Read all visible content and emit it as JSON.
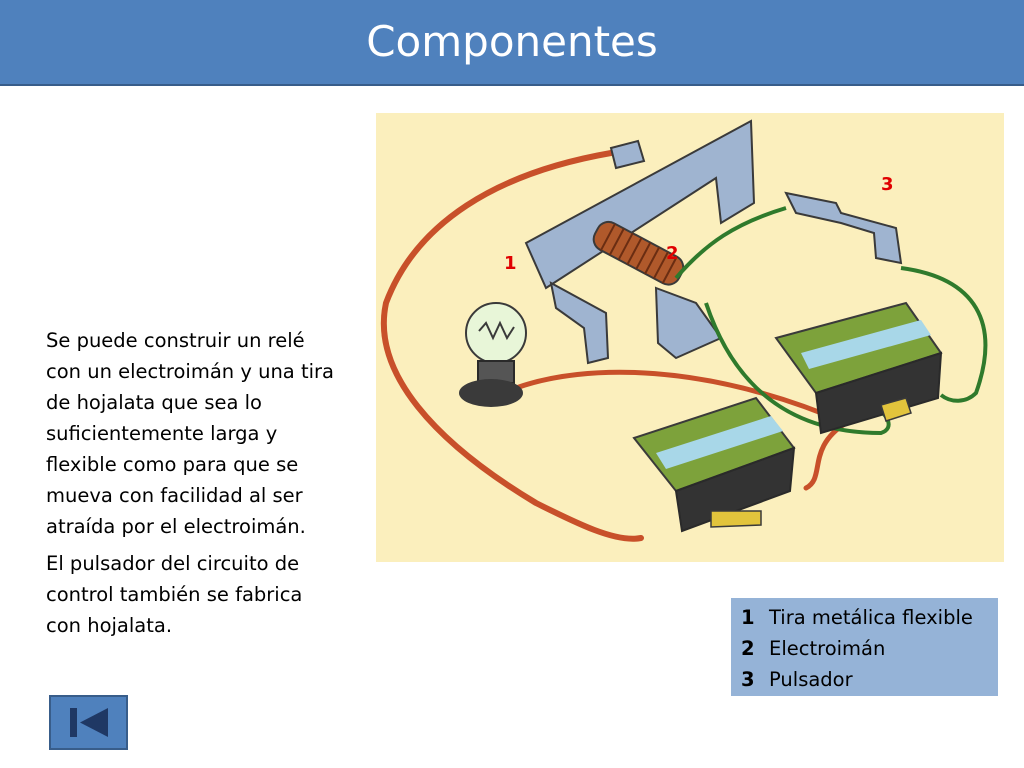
{
  "header": {
    "title": "Componentes"
  },
  "body": {
    "paragraphs": [
      "Se puede construir un relé con un electroimán y una tira de hojalata que sea lo suficientemente larga y flexible como para que se mueva con facilidad al ser atraída por el electroimán.",
      "El pulsador del circuito de control también se fabrica con hojalata."
    ]
  },
  "illustration": {
    "labels": [
      "1",
      "2",
      "3"
    ]
  },
  "legend": {
    "items": [
      {
        "num": "1",
        "text": "Tira metálica flexible"
      },
      {
        "num": "2",
        "text": "Electroimán"
      },
      {
        "num": "3",
        "text": "Pulsador"
      }
    ]
  },
  "nav": {
    "icon": "first-slide-icon"
  },
  "colors": {
    "header": "#4f81bd",
    "legend_bg": "#95b3d7",
    "illustration_bg": "#fbefbd",
    "label_red": "#e00000"
  }
}
